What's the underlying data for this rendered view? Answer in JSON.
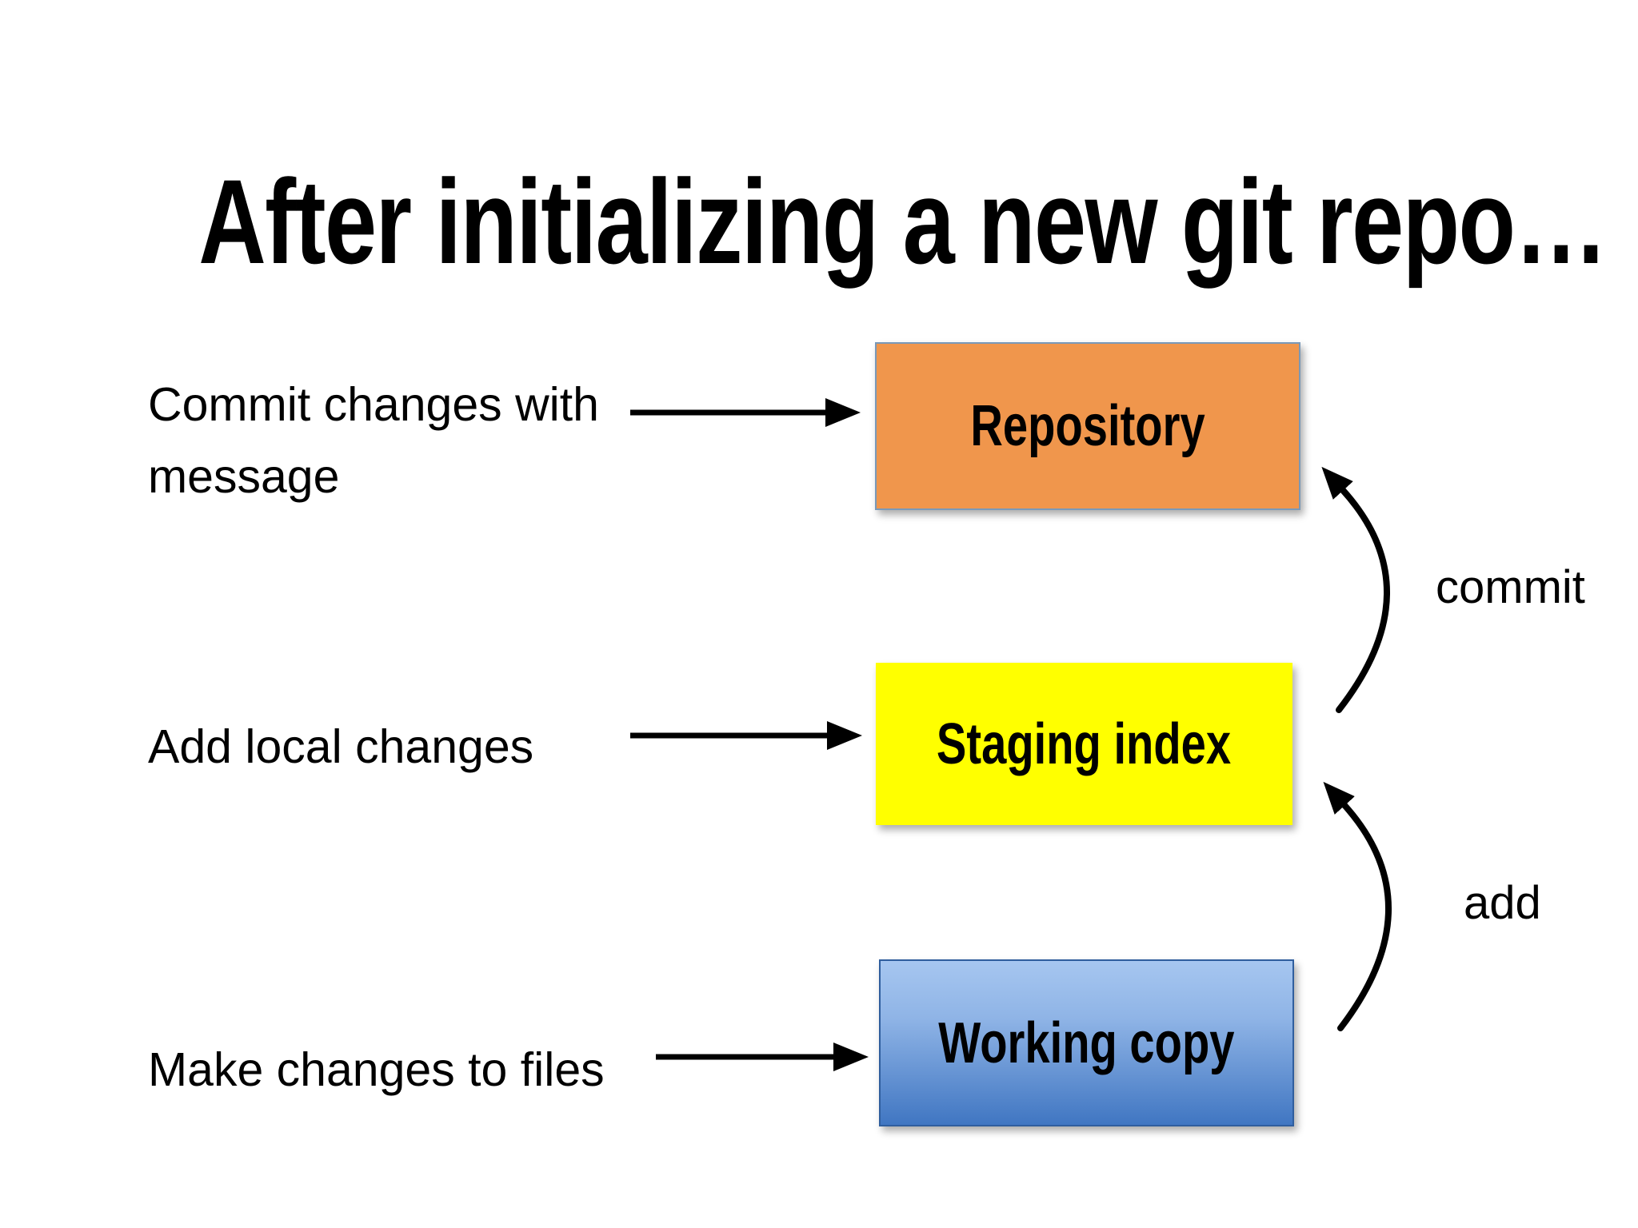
{
  "slide": {
    "title": "After initializing a new git repo…",
    "background_color": "#FFFFFF",
    "text_color": "#000000"
  },
  "diagram": {
    "boxes": [
      {
        "id": "repository",
        "label": "Repository",
        "fill": "#F0964C",
        "border_color": "#7A99B8"
      },
      {
        "id": "staging-index",
        "label": "Staging index",
        "fill": "#FFFF00",
        "border_color": "#FFFF00"
      },
      {
        "id": "working-copy",
        "label": "Working copy",
        "fill_top": "#A6C6F0",
        "fill_bottom": "#4076C2",
        "border_color": "#2F5E9E"
      }
    ],
    "action_labels": [
      {
        "text": "Commit changes with message",
        "points_to": "Repository"
      },
      {
        "text": "Add local changes",
        "points_to": "Staging index"
      },
      {
        "text": "Make changes to files",
        "points_to": "Working copy"
      }
    ],
    "flow_arrows": [
      {
        "label": "commit",
        "from": "Staging index",
        "to": "Repository"
      },
      {
        "label": "add",
        "from": "Working copy",
        "to": "Staging index"
      }
    ],
    "arrow_color": "#000000"
  }
}
